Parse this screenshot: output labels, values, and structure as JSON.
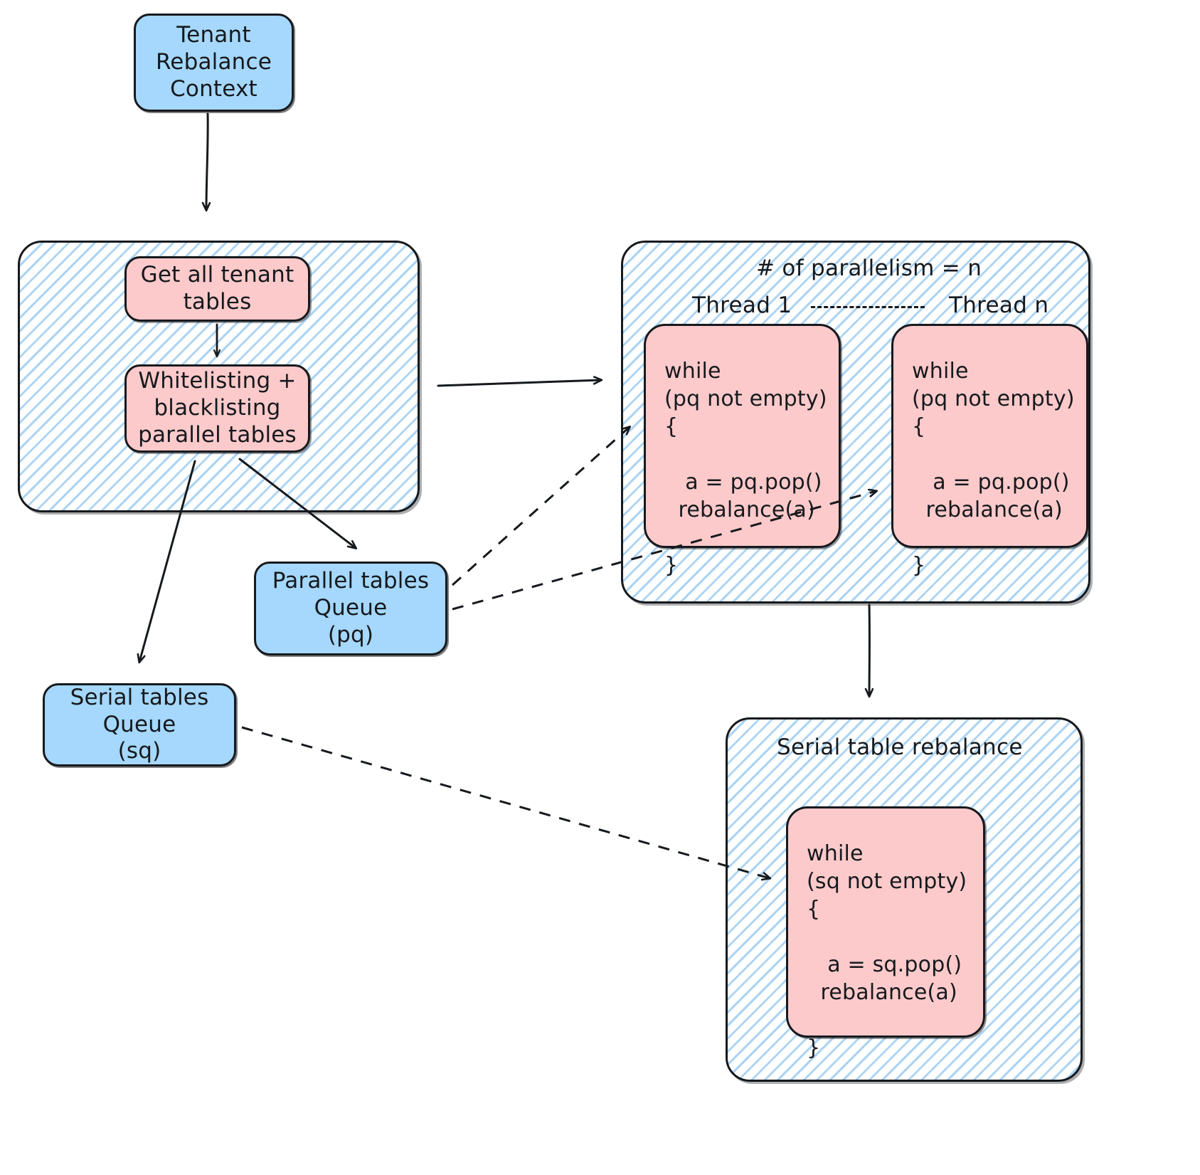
{
  "diagram": {
    "title": "Tenant rebalance parallel/serial table flow",
    "colors": {
      "blue_fill": "#a5d8fc",
      "pink_fill": "#fccacb",
      "stroke": "#16191d",
      "hatch": "#8cc4f0"
    }
  },
  "nodes": {
    "tenant_rebalance_context": "Tenant\nRebalance\nContext",
    "get_all_tenant_tables": "Get all tenant\ntables",
    "whitelisting_blacklisting": "Whitelisting +\nblacklisting\nparallel tables",
    "parallel_tables_queue": "Parallel tables\nQueue\n(pq)",
    "serial_tables_queue": "Serial tables\nQueue\n(sq)"
  },
  "groups": {
    "preparation": {
      "label": ""
    },
    "parallel_rebalance": {
      "parallelism_label": "# of parallelism = n",
      "thread_first_label": "Thread 1",
      "thread_last_label": "Thread n",
      "thread_separator": "- - - - - - - - - -"
    },
    "serial_rebalance": {
      "label": "Serial table rebalance"
    }
  },
  "code_blocks": {
    "thread_1": "while\n(pq not empty)\n{\n\n   a = pq.pop()\n  rebalance(a)\n\n}",
    "thread_n": "while\n(pq not empty)\n{\n\n   a = pq.pop()\n  rebalance(a)\n\n}",
    "serial": "while\n(sq not empty)\n{\n\n   a = sq.pop()\n  rebalance(a)\n\n}"
  },
  "edges": [
    {
      "name": "context-to-preparation",
      "style": "solid-arrow"
    },
    {
      "name": "get-tables-to-whitelisting",
      "style": "solid-arrow"
    },
    {
      "name": "whitelisting-to-parallel-queue",
      "style": "solid-arrow"
    },
    {
      "name": "whitelisting-to-serial-queue",
      "style": "solid-arrow"
    },
    {
      "name": "preparation-to-parallel-rebalance",
      "style": "solid-arrow"
    },
    {
      "name": "parallel-queue-to-thread-1",
      "style": "dashed-arrow"
    },
    {
      "name": "parallel-queue-to-thread-n",
      "style": "dashed-arrow"
    },
    {
      "name": "parallel-rebalance-to-serial-rebalance",
      "style": "solid-arrow"
    },
    {
      "name": "serial-queue-to-serial-loop",
      "style": "dashed-arrow"
    }
  ]
}
